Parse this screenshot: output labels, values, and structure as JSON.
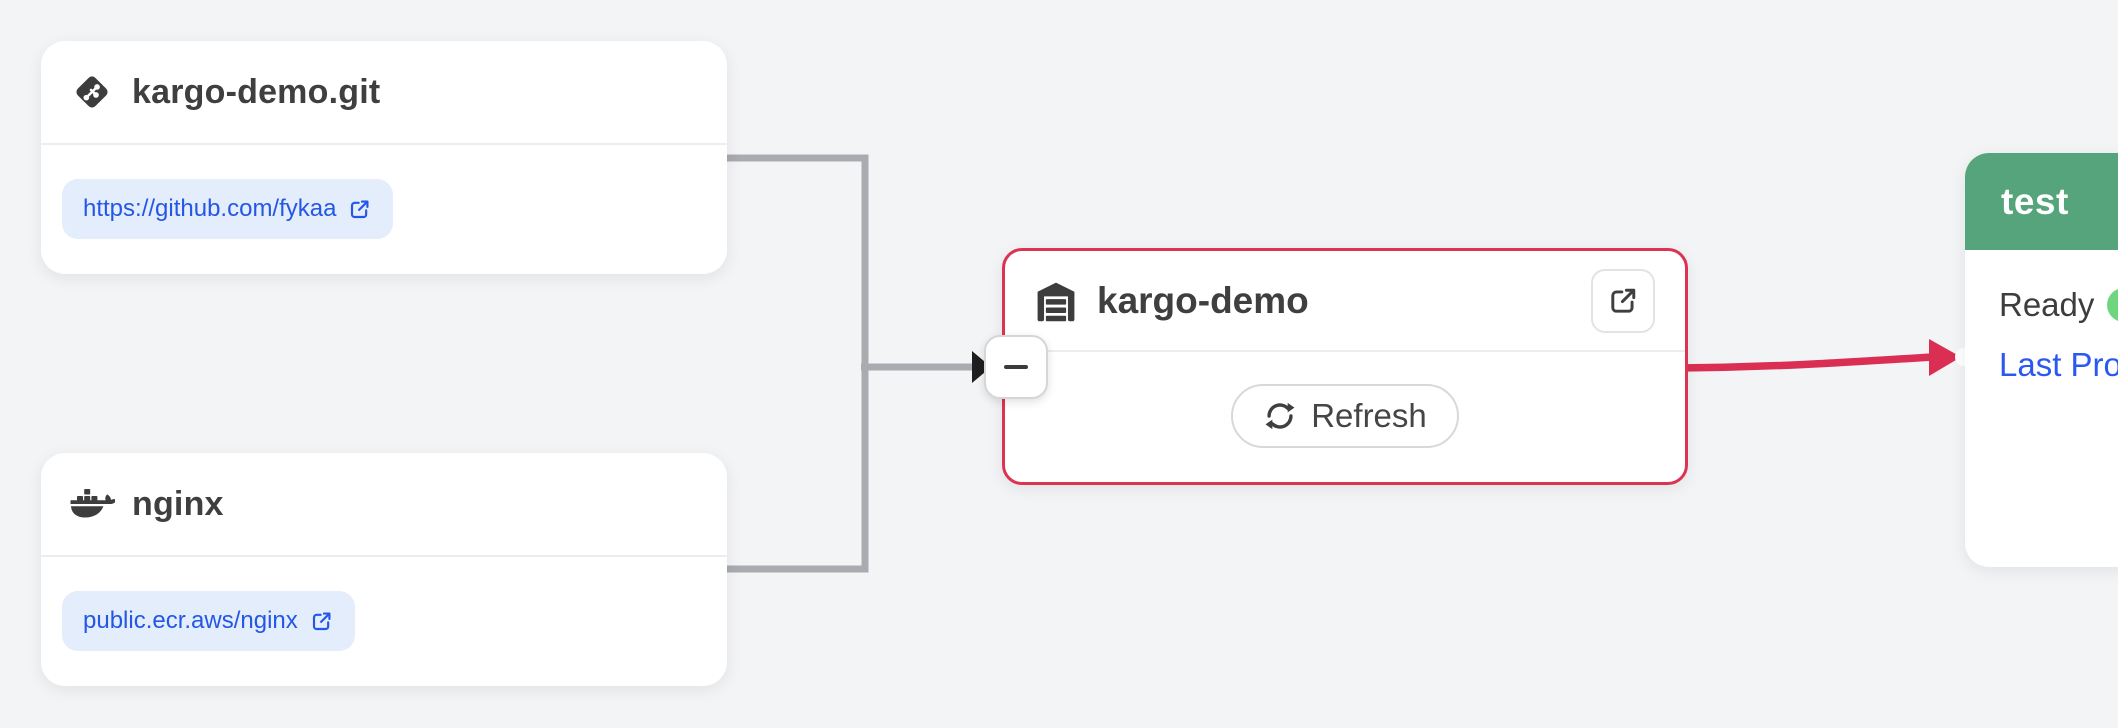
{
  "colors": {
    "background": "#f3f4f6",
    "freight_edge_gray": "#a9abb0",
    "promotion_red": "#da2f52",
    "warehouse_border_red": "#dc3352",
    "stage_header_green": "#55a47c",
    "healthy_dot_green": "#6dd67e",
    "link_blue": "#2457e6",
    "link_pill_bg": "#e3edfb",
    "title_text": "#3f3f3f"
  },
  "git_repo_node": {
    "title": "kargo-demo.git",
    "url": "https://github.com/fykaa"
  },
  "image_repo_node": {
    "title": "nginx",
    "url": "public.ecr.aws/nginx"
  },
  "warehouse_node": {
    "title": "kargo-demo",
    "refresh_label": "Refresh"
  },
  "stage_node": {
    "title": "test",
    "ready_label": "Ready",
    "last_promotion_label": "Last Promotion"
  }
}
